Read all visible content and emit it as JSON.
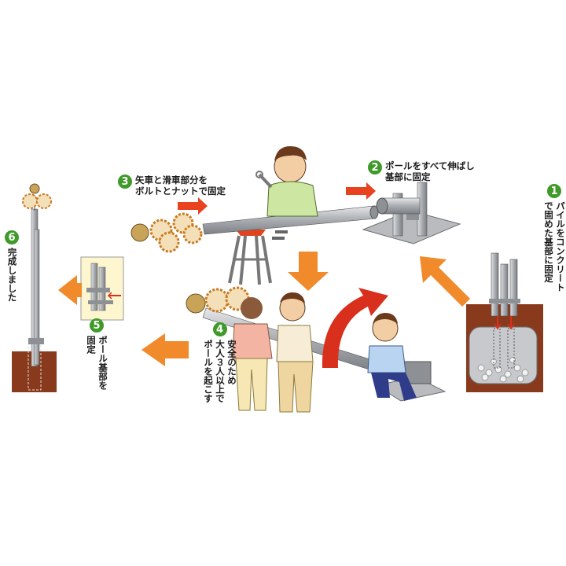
{
  "colors": {
    "arrow_orange": "#f08a2a",
    "arrow_red": "#d8301c",
    "badge_green": "#3f9a2a",
    "pole_gray": "#a9acb0",
    "soil_brown": "#8a3a1c",
    "base_gray": "#b9bbbf"
  },
  "steps": [
    {
      "number": "1",
      "line1": "パイルをコンクリート",
      "line2": "で固めた基部に固定"
    },
    {
      "number": "2",
      "line1": "ポールをすべて伸ばし",
      "line2": "基部に固定"
    },
    {
      "number": "3",
      "line1": "矢車と滑車部分を",
      "line2": "ボルトとナットで固定"
    },
    {
      "number": "4",
      "line1": "安全のため",
      "line2": "大人３人以上で",
      "line3": "ポールを起こす"
    },
    {
      "number": "5",
      "line1": "ポール基部を",
      "line2": "固定"
    },
    {
      "number": "6",
      "line1": "完成しました"
    }
  ]
}
